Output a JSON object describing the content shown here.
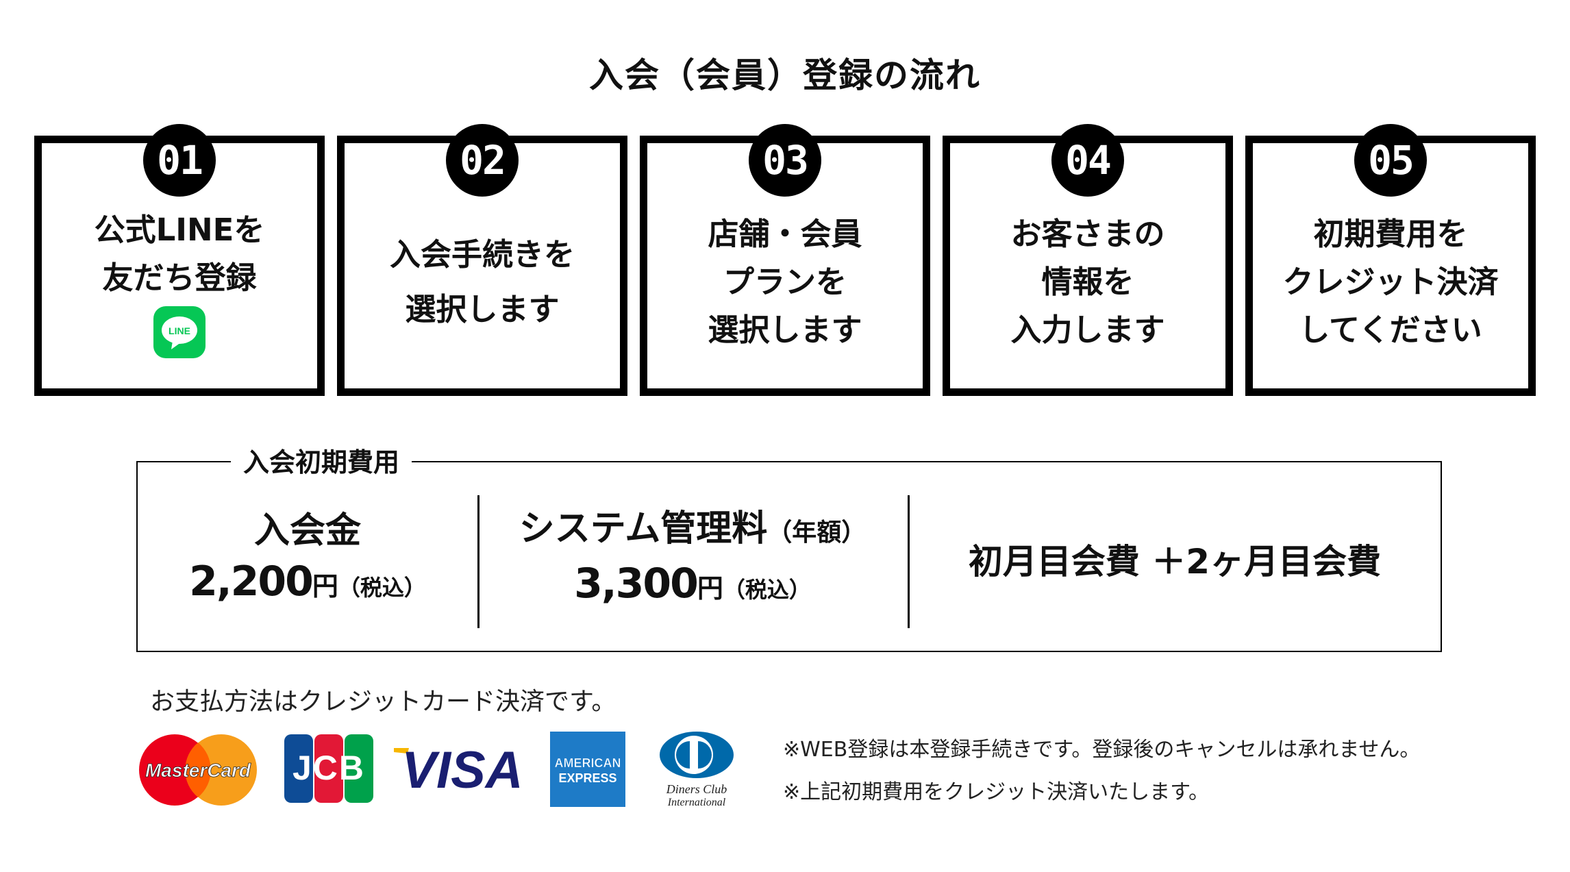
{
  "title": "入会（会員）登録の流れ",
  "steps": [
    {
      "num": "01",
      "lines": [
        "公式LINEを",
        "友だち登録"
      ],
      "icon": "line-icon",
      "icon_text": "LINE"
    },
    {
      "num": "02",
      "lines": [
        "入会手続きを",
        "選択します"
      ]
    },
    {
      "num": "03",
      "lines": [
        "店舗・会員",
        "プランを",
        "選択します"
      ]
    },
    {
      "num": "04",
      "lines": [
        "お客さまの",
        "情報を",
        "入力します"
      ]
    },
    {
      "num": "05",
      "lines": [
        "初期費用を",
        "クレジット決済",
        "してください"
      ]
    }
  ],
  "fees": {
    "legend": "入会初期費用",
    "items": [
      {
        "name": "入会金",
        "sub": "",
        "amount": "2,200",
        "unit": "円",
        "tax": "（税込）"
      },
      {
        "name": "システム管理料",
        "sub": "（年額）",
        "amount": "3,300",
        "unit": "円",
        "tax": "（税込）"
      },
      {
        "name": "初月目会費 ＋2ヶ月目会費"
      }
    ]
  },
  "payment": {
    "note": "お支払方法はクレジットカード決済です。",
    "cards": [
      {
        "icon": "mastercard-logo",
        "label": "MasterCard"
      },
      {
        "icon": "jcb-logo",
        "label": "JCB"
      },
      {
        "icon": "visa-logo",
        "label": "VISA"
      },
      {
        "icon": "amex-logo",
        "label_line1": "AMERICAN",
        "label_line2": "EXPRESS"
      },
      {
        "icon": "diners-logo",
        "label_line1": "Diners Club",
        "label_line2": "International"
      }
    ]
  },
  "notes": [
    "※WEB登録は本登録手続きです。登録後のキャンセルは承れません。",
    "※上記初期費用をクレジット決済いたします。"
  ],
  "colors": {
    "line_green": "#06C755",
    "amex_blue": "#1E7BC7",
    "visa_blue": "#1A1F71"
  }
}
